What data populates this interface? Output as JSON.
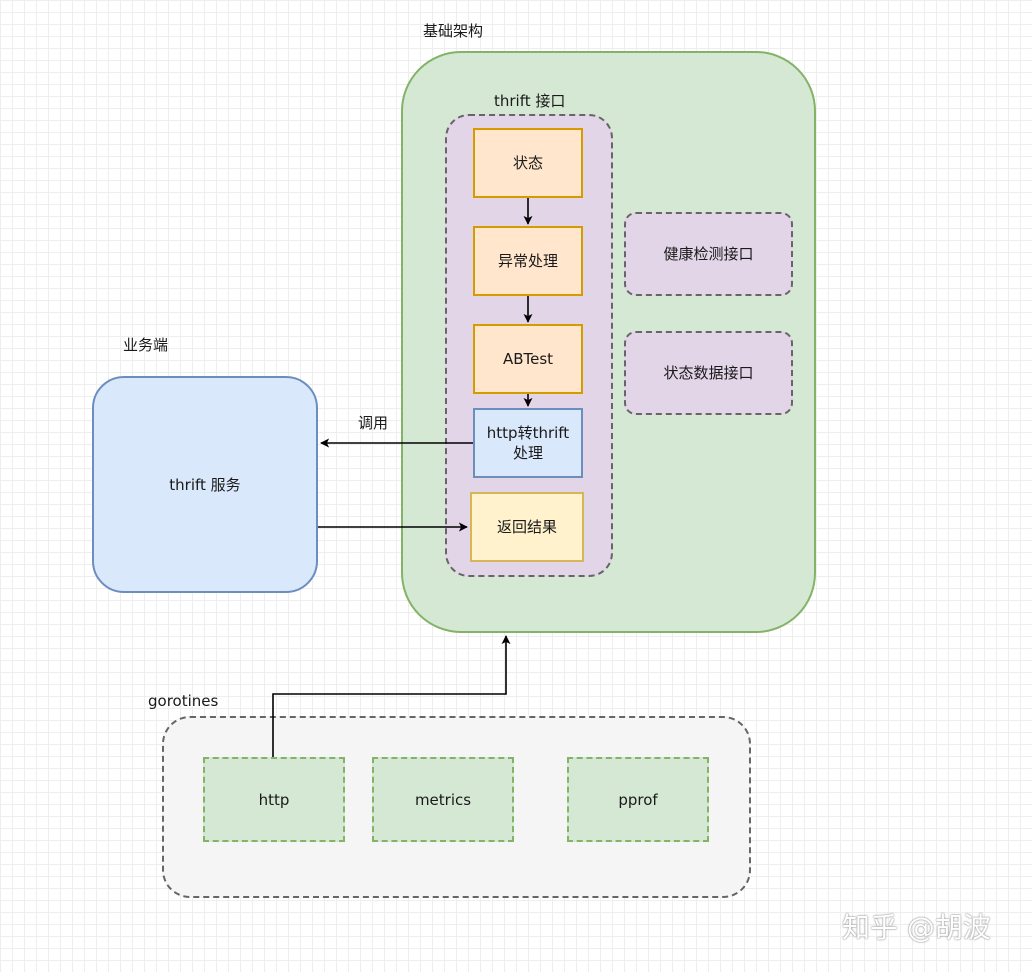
{
  "infra": {
    "title": "基础架构",
    "fill": "#d5e8d4",
    "stroke": "#82b366"
  },
  "thrift_iface": {
    "title": "thrift 接口",
    "fill": "#e1d5e7",
    "stroke": "#666666",
    "steps": {
      "status": "状态",
      "exception": "异常处理",
      "abtest": "ABTest",
      "http_to_thrift": "http转thrift\n处理",
      "result": "返回结果"
    }
  },
  "side_ifaces": {
    "health": "健康检测接口",
    "status_data": "状态数据接口"
  },
  "business": {
    "title": "业务端",
    "service": "thrift 服务",
    "fill": "#dae8fc",
    "stroke": "#6c8ebf"
  },
  "edges": {
    "call": "调用"
  },
  "goroutines": {
    "title": "gorotines",
    "fill": "#f5f5f5",
    "stroke": "#666666",
    "items": {
      "http": "http",
      "metrics": "metrics",
      "pprof": "pprof"
    }
  },
  "colors": {
    "orange_fill": "#ffe6cc",
    "orange_stroke": "#d79b00",
    "blue_fill": "#dae8fc",
    "blue_stroke": "#6c8ebf",
    "yellow_fill": "#fff2cc",
    "yellow_stroke": "#d6b656",
    "green_fill": "#d5e8d4",
    "green_stroke": "#82b366"
  },
  "watermark": "知乎 @胡波"
}
